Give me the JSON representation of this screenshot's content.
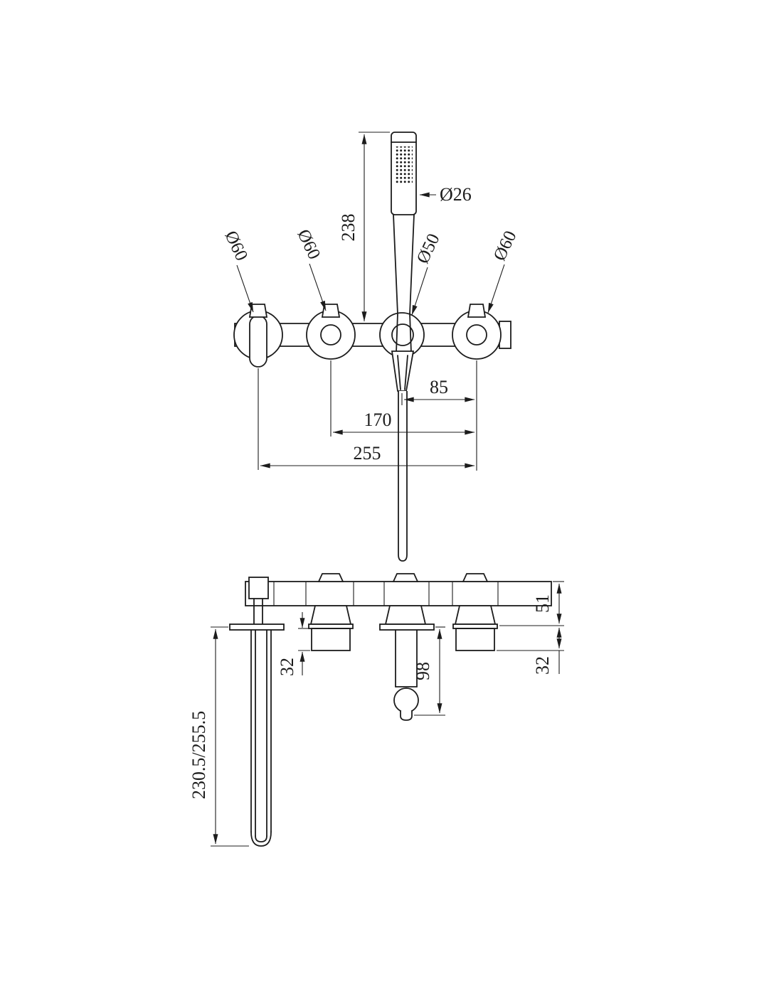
{
  "drawing": {
    "front_view": {
      "handshower_diameter": "Ø26",
      "handshower_length": "238",
      "spout_flange_diameter": "Ø60",
      "left_handle_flange_diameter": "Ø60",
      "holder_flange_diameter": "Ø50",
      "right_handle_flange_diameter": "Ø60",
      "holder_to_right_handle": "85",
      "left_handle_to_right_handle": "170",
      "spout_to_right_handle": "255"
    },
    "side_view": {
      "spout_length": "230.5/255.5",
      "left_handle_depth": "32",
      "diverter_drop": "98",
      "body_depth": "51",
      "right_handle_depth": "32"
    }
  }
}
